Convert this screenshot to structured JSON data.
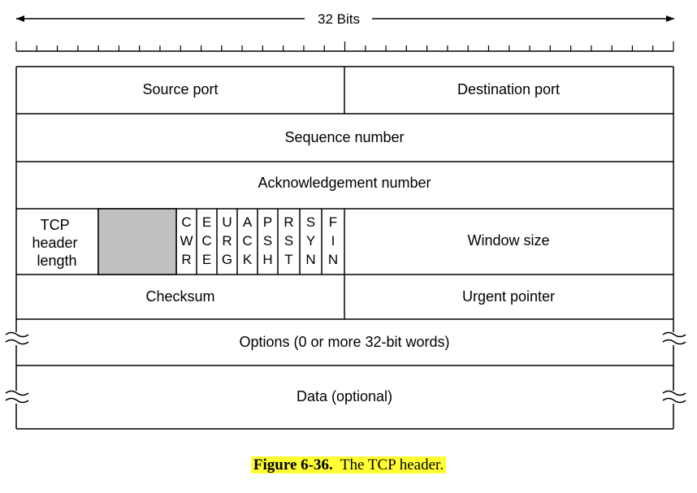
{
  "header": {
    "bits_label": "32 Bits"
  },
  "fields": {
    "source_port": "Source port",
    "destination_port": "Destination port",
    "sequence_number": "Sequence number",
    "acknowledgement_number": "Acknowledgement number",
    "tcp_header_length": [
      "TCP",
      "header",
      "length"
    ],
    "flags": [
      [
        "C",
        "W",
        "R"
      ],
      [
        "E",
        "C",
        "E"
      ],
      [
        "U",
        "R",
        "G"
      ],
      [
        "A",
        "C",
        "K"
      ],
      [
        "P",
        "S",
        "H"
      ],
      [
        "R",
        "S",
        "T"
      ],
      [
        "S",
        "Y",
        "N"
      ],
      [
        "F",
        "I",
        "N"
      ]
    ],
    "window_size": "Window size",
    "checksum": "Checksum",
    "urgent_pointer": "Urgent pointer",
    "options": "Options (0 or more 32-bit words)",
    "data": "Data (optional)"
  },
  "colors": {
    "reserved_fill": "#c0c0c0",
    "caption_highlight": "#ffff33"
  },
  "caption": {
    "figure_number": "Figure 6-36.",
    "text": "The TCP header."
  }
}
